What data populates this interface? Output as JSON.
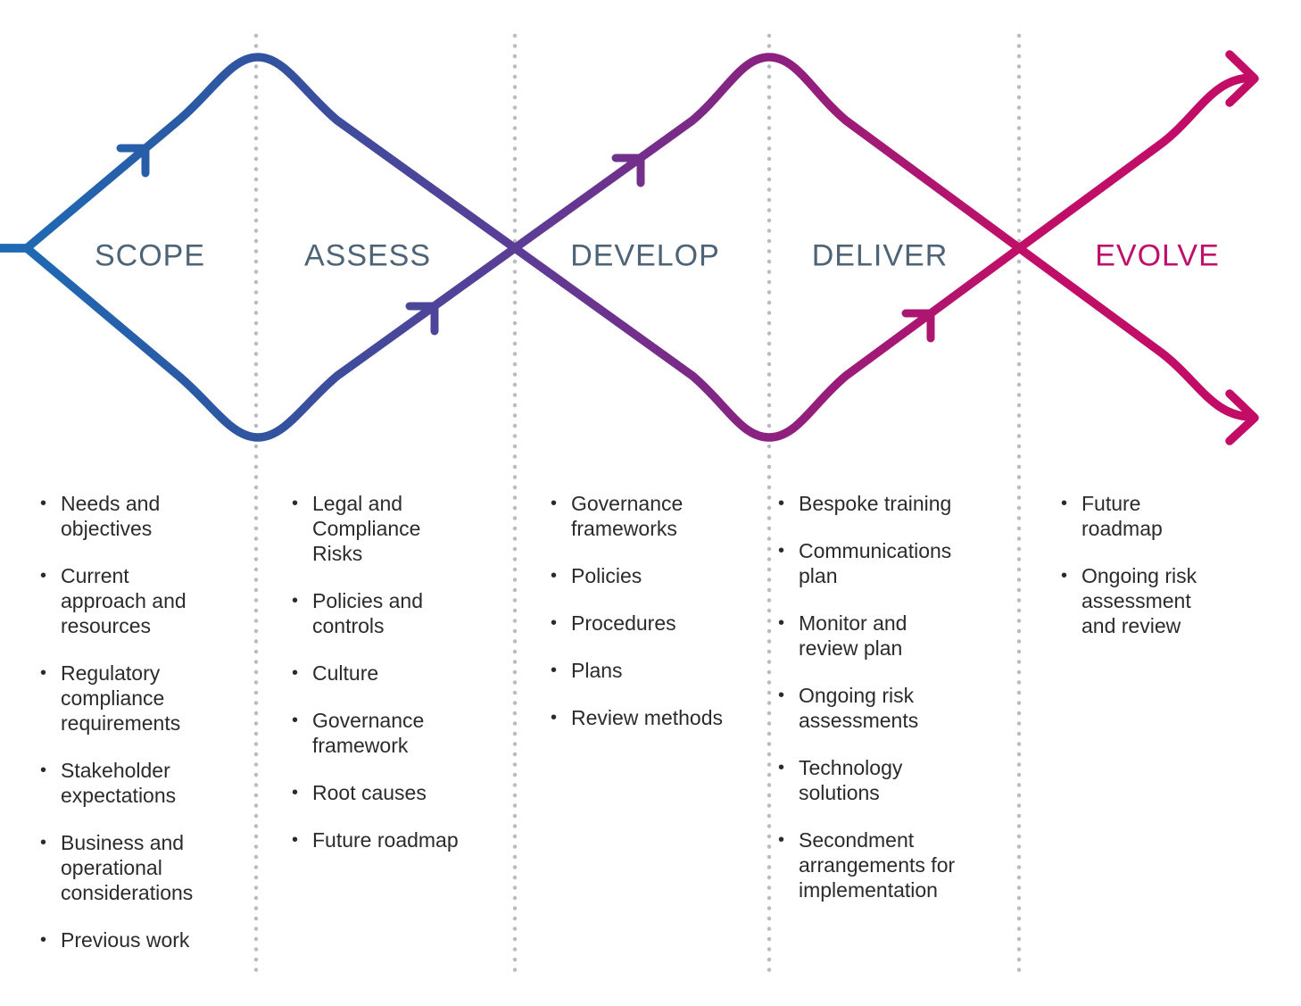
{
  "diagram": {
    "bullet_glyph": "•",
    "phases": [
      {
        "label": "SCOPE",
        "items": [
          "Needs and\nobjectives",
          "Current\napproach and\nresources",
          "Regulatory\ncompliance\nrequirements",
          "Stakeholder\nexpectations",
          "Business and\noperational\nconsiderations",
          "Previous work"
        ]
      },
      {
        "label": "ASSESS",
        "items": [
          "Legal and\nCompliance\nRisks",
          "Policies and\ncontrols",
          "Culture",
          "Governance\nframework",
          "Root causes",
          "Future roadmap"
        ]
      },
      {
        "label": "DEVELOP",
        "items": [
          "Governance\nframeworks",
          "Policies",
          "Procedures",
          "Plans",
          "Review methods"
        ]
      },
      {
        "label": "DELIVER",
        "items": [
          "Bespoke training",
          "Communications\nplan",
          "Monitor and\nreview plan",
          "Ongoing risk\nassessments",
          "Technology\nsolutions",
          "Secondment\narrangements for\nimplementation"
        ]
      },
      {
        "label": "EVOLVE",
        "items": [
          "Future\nroadmap",
          "Ongoing risk\nassessment\nand review"
        ]
      }
    ],
    "colors": {
      "gradient_start_blue": "#1D6BB5",
      "gradient_indigo": "#30549F",
      "gradient_purple": "#5B3D96",
      "gradient_plum": "#8B2180",
      "gradient_magenta": "#C00F68",
      "gradient_end_crimson": "#C20B66",
      "phase_label_slate": "#4E6476",
      "evolve_label_magenta": "#C00E6B",
      "divider_dot_gray": "#B8BDC1",
      "bullet_text_dark": "#2B2B2B"
    }
  }
}
